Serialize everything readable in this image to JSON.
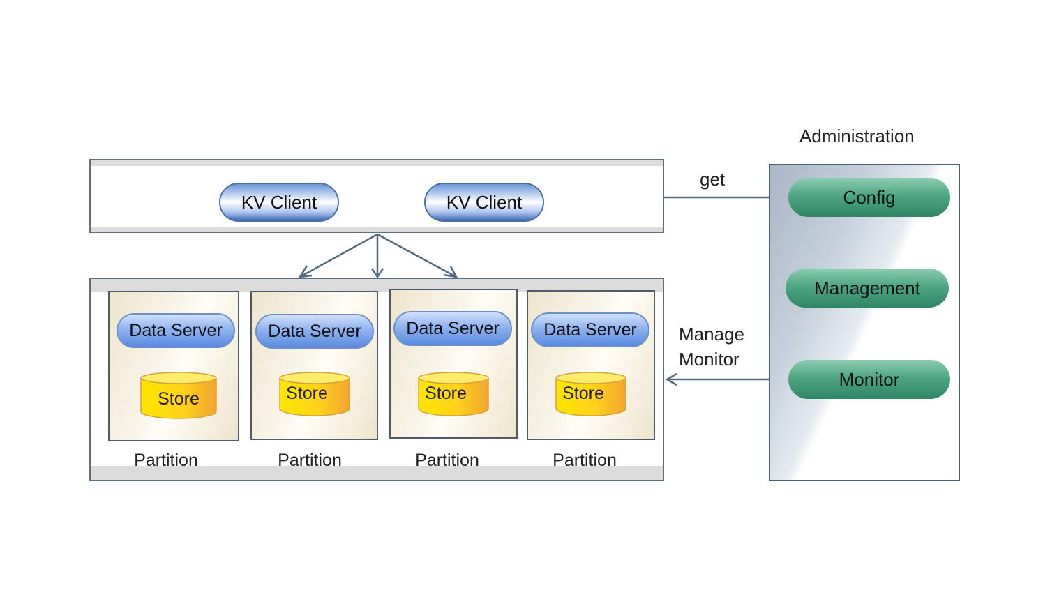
{
  "administration": {
    "title": "Administration",
    "components": [
      "Config",
      "Management",
      "Monitor"
    ]
  },
  "clients": [
    "KV Client",
    "KV Client"
  ],
  "partitions": [
    {
      "server": "Data Server",
      "store": "Store",
      "label": "Partition"
    },
    {
      "server": "Data Server",
      "store": "Store",
      "label": "Partition"
    },
    {
      "server": "Data Server",
      "store": "Store",
      "label": "Partition"
    },
    {
      "server": "Data Server",
      "store": "Store",
      "label": "Partition"
    }
  ],
  "edges": {
    "get_label": "get",
    "manage_label_line1": "Manage",
    "manage_label_line2": "Monitor"
  },
  "colors": {
    "border": "#5c6f82",
    "client_blue": "#4a6fa5",
    "admin_green": "#3f9876",
    "store_yellow": "#f2c21a"
  }
}
